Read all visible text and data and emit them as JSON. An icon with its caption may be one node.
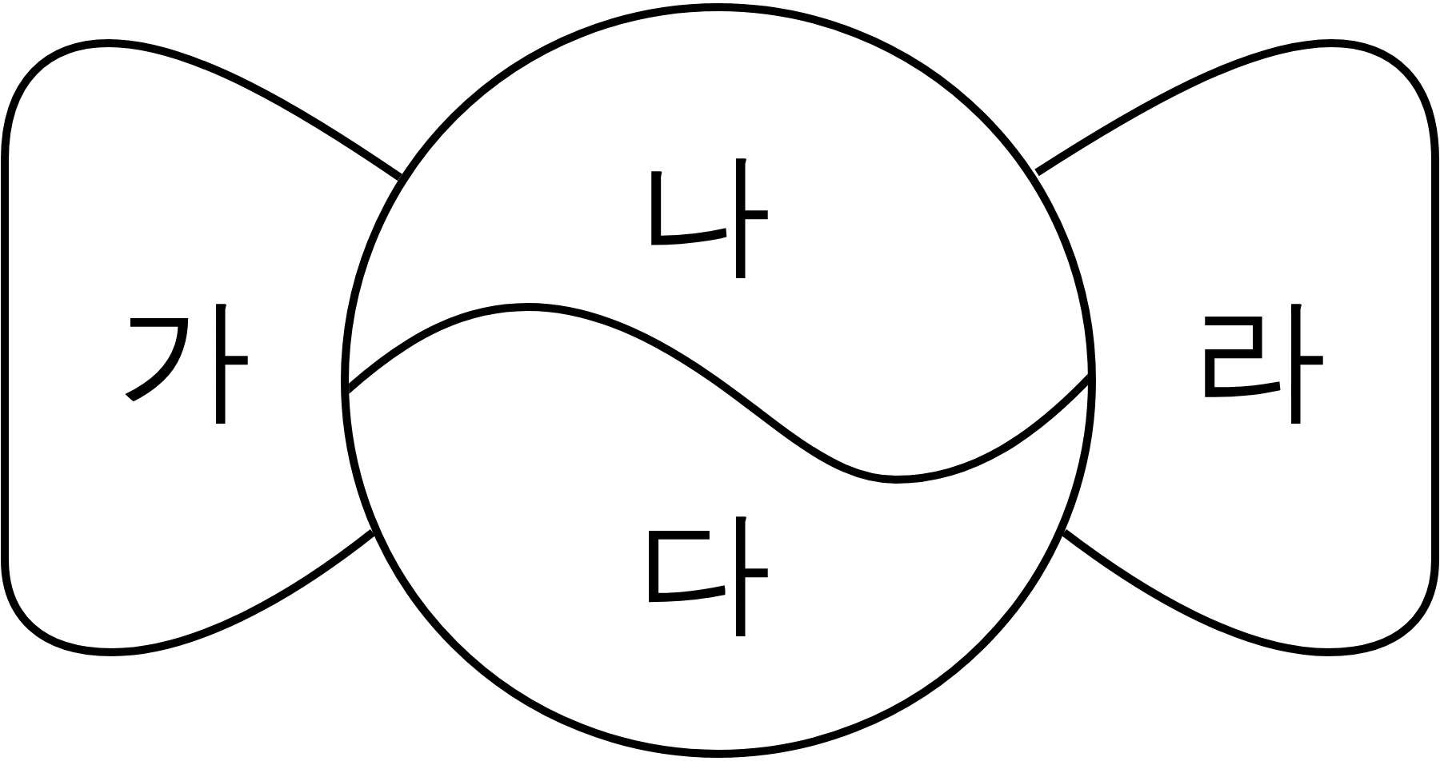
{
  "diagram": {
    "nodes": [
      {
        "text": [
          "가"
        ]
      },
      {
        "text": [],
        "shape": "circle"
      },
      {
        "text": [
          "나"
        ],
        "in": 1
      },
      {
        "text": [
          "다"
        ],
        "in": 1
      },
      {
        "text": [
          "라"
        ]
      }
    ]
  }
}
